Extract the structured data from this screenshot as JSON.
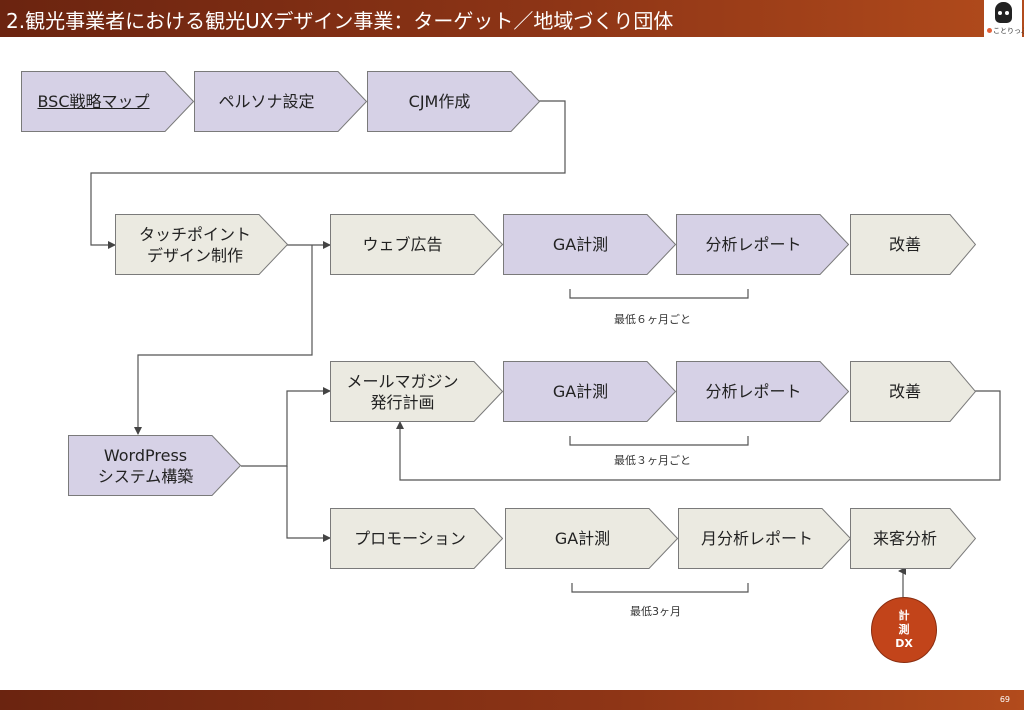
{
  "header": {
    "title": "2.観光事業者における観光UXデザイン事業：ターゲット／地域づくり団体",
    "logo_text": "ことりっぷ"
  },
  "row1": {
    "bsc": "BSC戦略マップ",
    "persona": "ペルソナ設定",
    "cjm": "CJM作成"
  },
  "touchpoint": {
    "line1": "タッチポイント",
    "line2": "デザイン制作"
  },
  "wordpress": {
    "line1": "WordPress",
    "line2": "システム構築"
  },
  "web_ad_row": {
    "web_ad": "ウェブ広告",
    "ga": "GA計測",
    "report": "分析レポート",
    "improve": "改善",
    "note": "最低６ヶ月ごと"
  },
  "mail_row": {
    "mail_line1": "メールマガジン",
    "mail_line2": "発行計画",
    "ga": "GA計測",
    "report": "分析レポート",
    "improve": "改善",
    "note": "最低３ヶ月ごと"
  },
  "promo_row": {
    "promo": "プロモーション",
    "ga": "GA計測",
    "report": "月分析レポート",
    "analysis": "来客分析",
    "note": "最低3ヶ月"
  },
  "badge": {
    "line1": "計",
    "line2": "測",
    "line3": "DX"
  },
  "footer": {
    "page": "69"
  },
  "colors": {
    "header": "#8e3516",
    "purple": "#d6d1e6",
    "beige": "#ebeae1",
    "badge": "#c2441a"
  }
}
